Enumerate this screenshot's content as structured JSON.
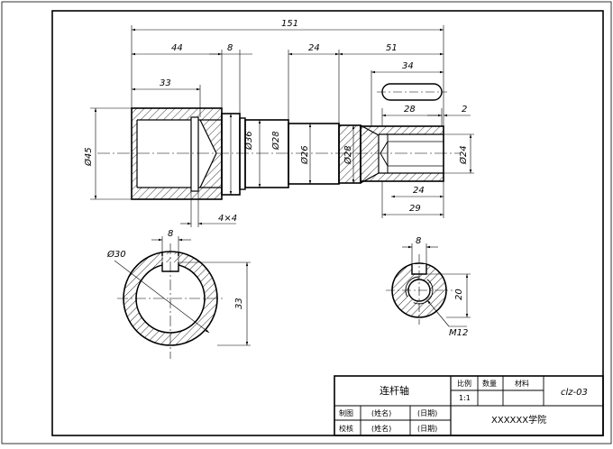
{
  "drawing": {
    "part_name": "连杆轴",
    "drawing_code": "clz-03",
    "school": "XXXXXX学院",
    "title_block": {
      "scale_label": "比例",
      "scale_value": "1:1",
      "quantity_label": "数量",
      "material_label": "材料",
      "drawn_by_label": "制图",
      "checked_by_label": "校核",
      "name_placeholder_1": "(姓名)",
      "name_placeholder_2": "(姓名)",
      "date_placeholder_1": "(日期)",
      "date_placeholder_2": "(日期)"
    }
  },
  "dimensions": {
    "overall_length": "151",
    "d44": "44",
    "d8_top": "8",
    "d24_top": "24",
    "d51": "51",
    "d34": "34",
    "d33": "33",
    "d28_slot": "28",
    "d2": "2",
    "dia45": "Ø45",
    "dia36": "Ø36",
    "dia28_left": "Ø28",
    "dia26": "Ø26",
    "dia28_right": "Ø28",
    "dia24": "Ø24",
    "d24_bottom": "24",
    "d29": "29",
    "groove": "4×4",
    "section_left_dia": "Ø30",
    "section_left_key": "8",
    "section_left_depth": "33",
    "section_right_key": "8",
    "section_right_depth": "20",
    "thread": "M12"
  }
}
